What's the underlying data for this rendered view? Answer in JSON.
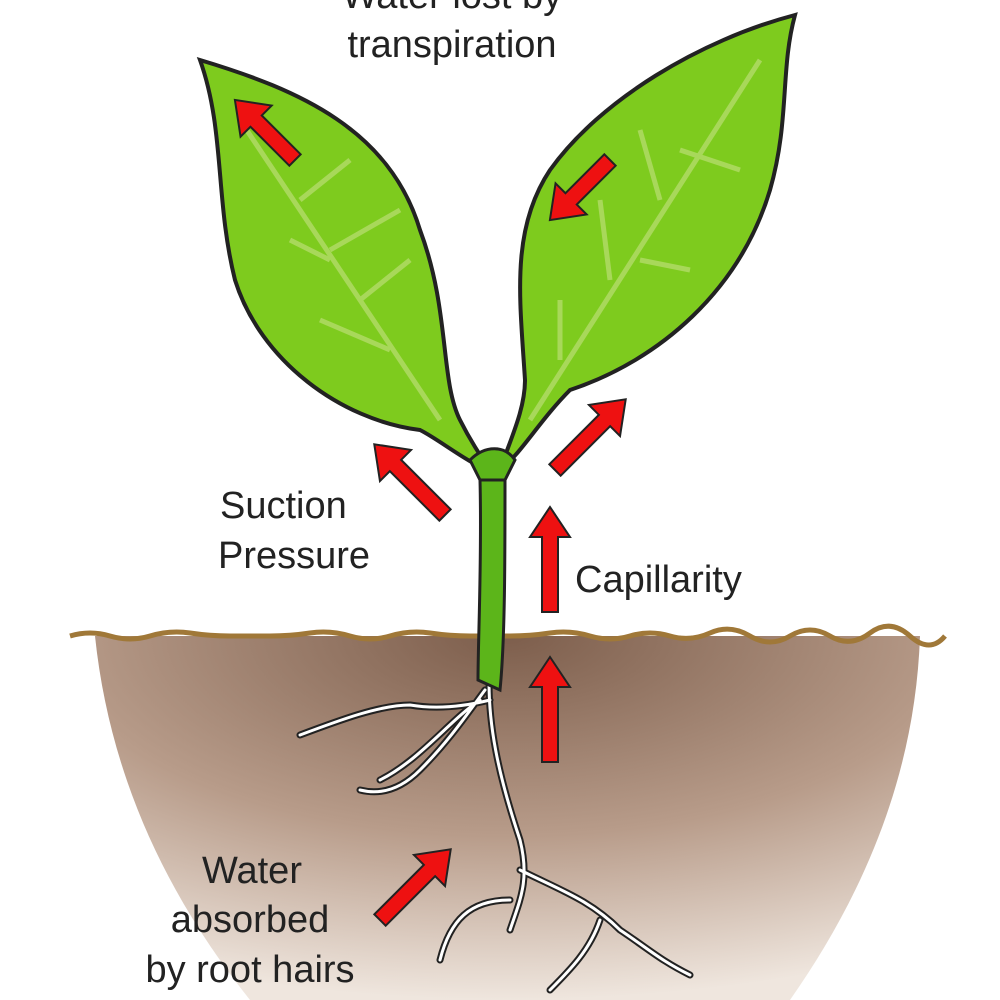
{
  "labels": {
    "transpiration_line1": "Water lost by",
    "transpiration_line2": "transpiration",
    "suction_line1": "Suction",
    "suction_line2": "Pressure",
    "capillarity": "Capillarity",
    "absorbed_line1": "Water",
    "absorbed_line2": "absorbed",
    "absorbed_line3": "by root hairs"
  },
  "colors": {
    "leaf": "#7ecb1e",
    "leaf_vein": "#a8d85a",
    "stem": "#5cb51a",
    "arrow": "#ee1111",
    "soil_top": "#8a6a58",
    "soil_bottom": "#e8ddd4",
    "ground_line": "#a07838",
    "root": "#ffffff"
  }
}
